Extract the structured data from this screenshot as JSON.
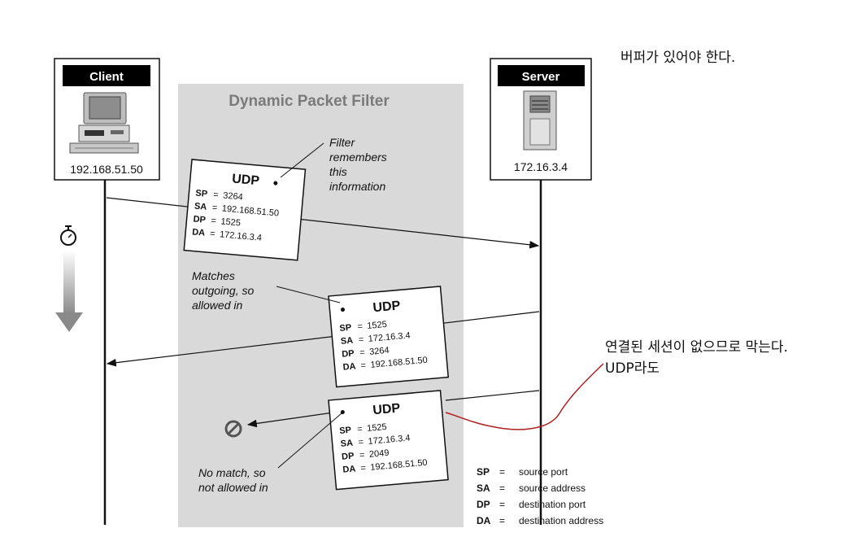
{
  "filter": {
    "title": "Dynamic Packet Filter"
  },
  "client": {
    "label": "Client",
    "ip": "192.168.51.50"
  },
  "server": {
    "label": "Server",
    "ip": "172.16.3.4"
  },
  "packets": [
    {
      "title": "UDP",
      "sp": "3264",
      "sa": "192.168.51.50",
      "dp": "1525",
      "da": "172.16.3.4"
    },
    {
      "title": "UDP",
      "sp": "1525",
      "sa": "172.16.3.4",
      "dp": "3264",
      "da": "192.168.51.50"
    },
    {
      "title": "UDP",
      "sp": "1525",
      "sa": "172.16.3.4",
      "dp": "2049",
      "da": "192.168.51.50"
    }
  ],
  "field_keys": {
    "sp": "SP",
    "sa": "SA",
    "dp": "DP",
    "da": "DA",
    "eq": "="
  },
  "annotations": {
    "remembers": [
      "Filter",
      "remembers",
      "this",
      "information"
    ],
    "matches": [
      "Matches",
      "outgoing, so",
      "allowed in"
    ],
    "nomatch": [
      "No match, so",
      "not allowed in"
    ]
  },
  "legend": [
    {
      "key": "SP",
      "desc": "source port"
    },
    {
      "key": "SA",
      "desc": "source address"
    },
    {
      "key": "DP",
      "desc": "destination port"
    },
    {
      "key": "DA",
      "desc": "destination address"
    }
  ],
  "notes": {
    "top": "버퍼가 있어야 한다.",
    "side_line1": "연결된 세션이 없으므로 막는다.",
    "side_line2": "UDP라도"
  },
  "colors": {
    "filter_bg": "#d9d9d9",
    "annotation_red": "#b02020",
    "label_bar": "#000000"
  }
}
